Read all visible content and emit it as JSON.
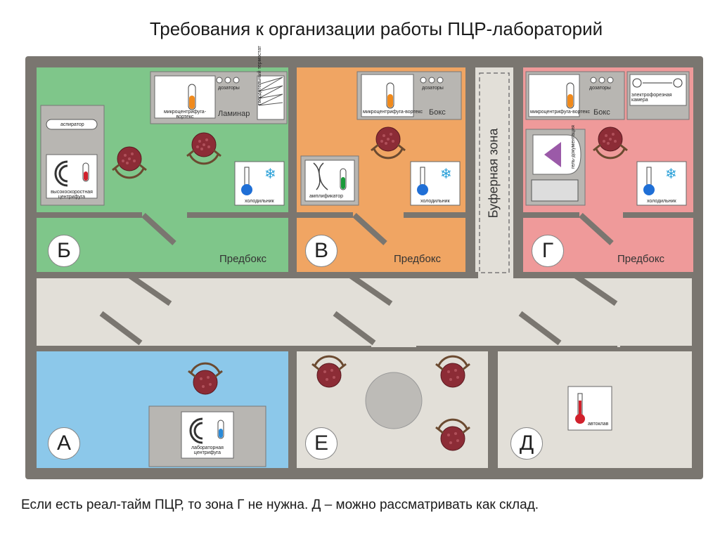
{
  "title": "Требования к организации работы ПЦР-лабораторий",
  "footer": "Если есть реал-тайм ПЦР, то зона Г не нужна. Д – можно рассматривать как склад.",
  "colors": {
    "wall": "#7a7670",
    "green_room": "#7fc68a",
    "orange_room": "#f0a563",
    "pink_room": "#ef9a9a",
    "blue_room": "#8cc8ea",
    "corridor": "#e2dfd8",
    "stool": "#8c2c36"
  },
  "zones": {
    "B": {
      "letter": "Б",
      "predboks": "Предбокс",
      "laminar": "Ламинар",
      "dozatory": "дозаторы",
      "microcentrifuge": "микроцентрифуга-вортекс",
      "thermostat": "твердотельный термостат",
      "aspirator": "аспиратор",
      "centrifuge": "высокоскоростная центрифуга",
      "fridge": "холодильник"
    },
    "V": {
      "letter": "В",
      "predboks": "Предбокс",
      "box": "Бокс",
      "dozatory": "дозаторы",
      "microcentrifuge": "микроцентрифуга-вортекс",
      "amplifier": "амплификатор",
      "fridge": "холодильник"
    },
    "G": {
      "letter": "Г",
      "predboks": "Предбокс",
      "box": "Бокс",
      "dozatory": "дозаторы",
      "microcentrifuge": "микроцентрифуга-вортекс",
      "electrophoresis": "электрофорезная камера",
      "gel_doc": "гель-документация",
      "fridge": "холодильник"
    },
    "A": {
      "letter": "А",
      "centrifuge": "лабораторная центрифуга"
    },
    "E": {
      "letter": "Е"
    },
    "D": {
      "letter": "Д",
      "autoclave": "автоклав"
    },
    "buffer": "Буферная зона"
  }
}
